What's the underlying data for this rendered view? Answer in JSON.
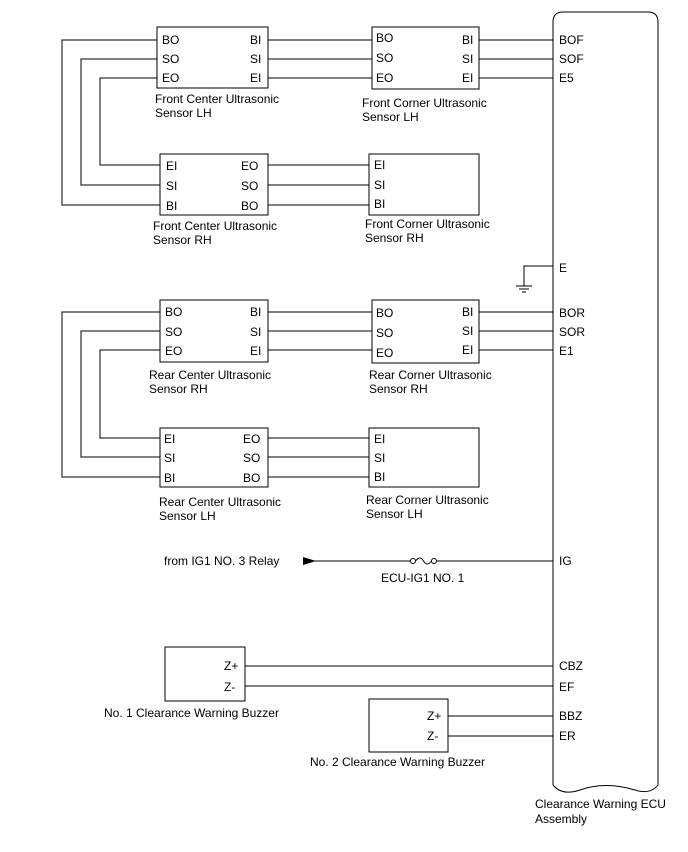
{
  "ecu": {
    "label_line1": "Clearance Warning ECU",
    "label_line2": "Assembly",
    "pins": {
      "bof": "BOF",
      "sof": "SOF",
      "e5": "E5",
      "e": "E",
      "bor": "BOR",
      "sor": "SOR",
      "e1": "E1",
      "ig": "IG",
      "cbz": "CBZ",
      "ef": "EF",
      "bbz": "BBZ",
      "er": "ER"
    }
  },
  "front_center_lh": {
    "label_line1": "Front Center Ultrasonic",
    "label_line2": "Sensor LH",
    "pins": {
      "bo": "BO",
      "so": "SO",
      "eo": "EO",
      "bi": "BI",
      "si": "SI",
      "ei": "EI"
    }
  },
  "front_corner_lh": {
    "label_line1": "Front Corner Ultrasonic",
    "label_line2": "Sensor LH",
    "pins": {
      "bo": "BO",
      "so": "SO",
      "eo": "EO",
      "bi": "BI",
      "si": "SI",
      "ei": "EI"
    }
  },
  "front_center_rh": {
    "label_line1": "Front Center Ultrasonic",
    "label_line2": "Sensor RH",
    "pins": {
      "ei": "EI",
      "si": "SI",
      "bi": "BI",
      "eo": "EO",
      "so": "SO",
      "bo": "BO"
    }
  },
  "front_corner_rh": {
    "label_line1": "Front Corner Ultrasonic",
    "label_line2": "Sensor RH",
    "pins": {
      "ei": "EI",
      "si": "SI",
      "bi": "BI"
    }
  },
  "rear_center_rh": {
    "label_line1": "Rear Center Ultrasonic",
    "label_line2": "Sensor RH",
    "pins": {
      "bo": "BO",
      "so": "SO",
      "eo": "EO",
      "bi": "BI",
      "si": "SI",
      "ei": "EI"
    }
  },
  "rear_corner_rh": {
    "label_line1": "Rear Corner Ultrasonic",
    "label_line2": "Sensor RH",
    "pins": {
      "bo": "BO",
      "so": "SO",
      "eo": "EO",
      "bi": "BI",
      "si": "SI",
      "ei": "EI"
    }
  },
  "rear_center_lh": {
    "label_line1": "Rear Center Ultrasonic",
    "label_line2": "Sensor LH",
    "pins": {
      "ei": "EI",
      "si": "SI",
      "bi": "BI",
      "eo": "EO",
      "so": "SO",
      "bo": "BO"
    }
  },
  "rear_corner_lh": {
    "label_line1": "Rear Corner Ultrasonic",
    "label_line2": "Sensor LH",
    "pins": {
      "ei": "EI",
      "si": "SI",
      "bi": "BI"
    }
  },
  "power": {
    "source": "from IG1 NO. 3 Relay",
    "fuse": "ECU-IG1 NO. 1"
  },
  "buzzer1": {
    "label": "No. 1 Clearance Warning Buzzer",
    "pins": {
      "zplus": "Z+",
      "zminus": "Z-"
    }
  },
  "buzzer2": {
    "label": "No. 2 Clearance Warning Buzzer",
    "pins": {
      "zplus": "Z+",
      "zminus": "Z-"
    }
  }
}
